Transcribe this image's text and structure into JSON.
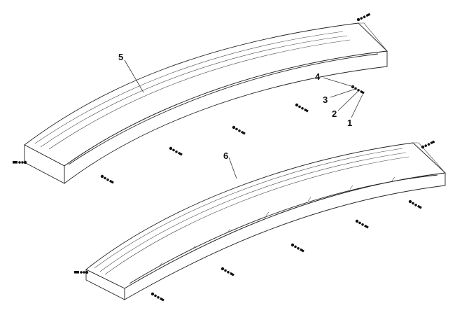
{
  "callouts": [
    {
      "id": "5",
      "text": "5"
    },
    {
      "id": "4",
      "text": "4"
    },
    {
      "id": "3",
      "text": "3"
    },
    {
      "id": "2",
      "text": "2"
    },
    {
      "id": "1",
      "text": "1"
    },
    {
      "id": "6",
      "text": "6"
    }
  ]
}
